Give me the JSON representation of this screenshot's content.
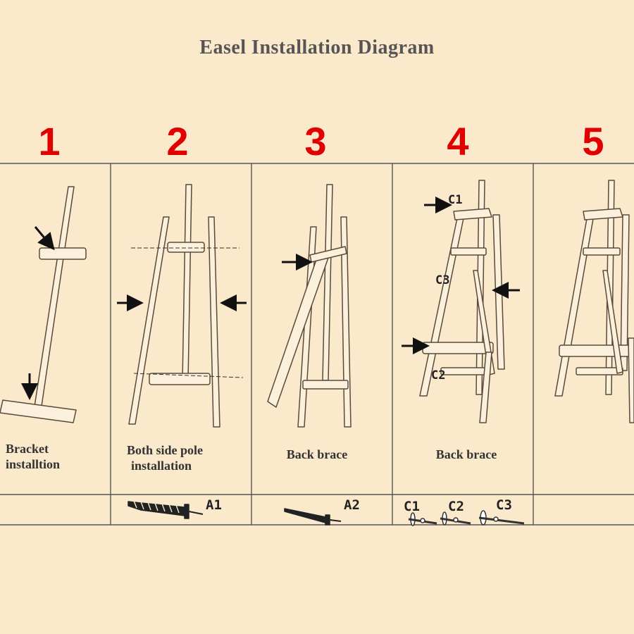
{
  "title": "Easel Installation Diagram",
  "steps": [
    {
      "number": "1",
      "caption_line1": "Bracket",
      "caption_line2": "installtion"
    },
    {
      "number": "2",
      "caption_line1": "Both side pole",
      "caption_line2": "installation"
    },
    {
      "number": "3",
      "caption_line1": "Back brace",
      "caption_line2": ""
    },
    {
      "number": "4",
      "caption_line1": "Back brace",
      "caption_line2": ""
    },
    {
      "number": "5",
      "caption_line1": "",
      "caption_line2": ""
    }
  ],
  "parts": {
    "a1": "A1",
    "a2": "A2",
    "c1": "C1",
    "c2": "C2",
    "c3": "C3"
  },
  "callouts": {
    "c1": "C1",
    "c2": "C2",
    "c3": "C3"
  },
  "colors": {
    "background": "#fbe9cc",
    "step_number": "#e00000",
    "line": "#5a4a3a"
  }
}
